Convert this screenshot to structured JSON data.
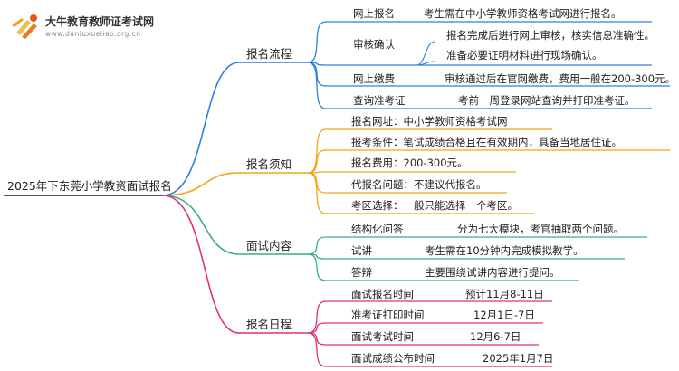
{
  "logo": {
    "title": "大牛教育教师证考试网",
    "url": "www.daniuxueliao.org.cn",
    "icon": "book-icon"
  },
  "root": "2025年下东莞小学教资面试报名",
  "colors": {
    "blue": "#2f7fe0",
    "orange": "#f2a516",
    "green": "#33b37a",
    "magenta": "#e0307a",
    "root_line": "#1d1d1d"
  },
  "branches": [
    {
      "label": "报名流程",
      "color": "blue",
      "items": [
        {
          "title": "网上报名",
          "desc": "考生需在中小学教师资格考试网进行报名。"
        },
        {
          "title": "审核确认",
          "desc": [
            "报名完成后进行网上审核，核实信息准确性。",
            "准备必要证明材料进行现场确认。"
          ]
        },
        {
          "title": "网上缴费",
          "desc": "审核通过后在官网缴费，费用一般在200-300元。"
        },
        {
          "title": "查询准考证",
          "desc": "考前一周登录网站查询并打印准考证。"
        }
      ]
    },
    {
      "label": "报名须知",
      "color": "orange",
      "items": [
        {
          "title": "报名网址：中小学教师资格考试网"
        },
        {
          "title": "报考条件：笔试成绩合格且在有效期内，具备当地居住证。"
        },
        {
          "title": "报名费用：200-300元。"
        },
        {
          "title": "代报名问题：不建议代报名。"
        },
        {
          "title": "考区选择：一般只能选择一个考区。"
        }
      ]
    },
    {
      "label": "面试内容",
      "color": "green",
      "items": [
        {
          "title": "结构化问答",
          "desc": "分为七大模块，考官抽取两个问题。"
        },
        {
          "title": "试讲",
          "desc": "考生需在10分钟内完成模拟教学。"
        },
        {
          "title": "答辩",
          "desc": "主要围绕试讲内容进行提问。"
        }
      ]
    },
    {
      "label": "报名日程",
      "color": "magenta",
      "items": [
        {
          "title": "面试报名时间",
          "desc": "预计11月8-11日"
        },
        {
          "title": "准考证打印时间",
          "desc": "12月1日-7日"
        },
        {
          "title": "面试考试时间",
          "desc": "12月6-7日"
        },
        {
          "title": "面试成绩公布时间",
          "desc": "2025年1月7日"
        }
      ]
    }
  ]
}
